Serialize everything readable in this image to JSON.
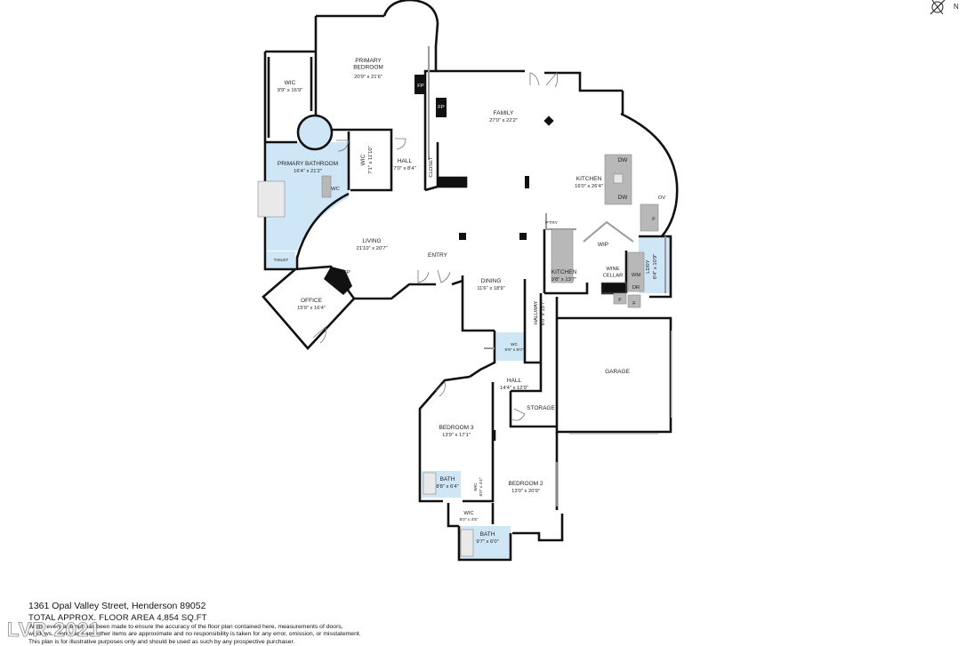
{
  "compass": {
    "label": "N"
  },
  "rooms": {
    "primary_bedroom": {
      "name": "PRIMARY\nBEDROOM",
      "dims": "20'9\" x 21'6\""
    },
    "wic_primary": {
      "name": "WIC",
      "dims": "9'9\" x 16'9\""
    },
    "primary_bathroom": {
      "name": "PRIMARY BATHROOM",
      "dims": "16'4\" x 21'2\""
    },
    "wic_small": {
      "name": "WIC",
      "dims": "7'1\" x 11'10\""
    },
    "wc": {
      "name": "WC"
    },
    "hall_1": {
      "name": "HALL",
      "dims": "7'0\" x 8'4\""
    },
    "closet": {
      "name": "CLOSET"
    },
    "family": {
      "name": "FAMILY",
      "dims": "27'0\" x 22'2\""
    },
    "kitchen": {
      "name": "KITCHEN",
      "dims": "16'0\" x 26'4\""
    },
    "living": {
      "name": "LIVING",
      "dims": "21'10\" x 20'7\""
    },
    "entry": {
      "name": "ENTRY"
    },
    "toilet": {
      "name": "TOILET"
    },
    "office": {
      "name": "OFFICE",
      "dims": "15'9\" x 16'4\""
    },
    "dining": {
      "name": "DINING",
      "dims": "11'6\" x 18'9\""
    },
    "pantry": {
      "name": "P'TRY"
    },
    "wip": {
      "name": "WIP"
    },
    "kitchen_2": {
      "name": "KITCHEN",
      "dims": "9'8\" x 13'7\""
    },
    "wine_cellar": {
      "name": "WINE\nCELLAR"
    },
    "laundry": {
      "name": "LDRY",
      "dims": "8'4\" x 10'9\""
    },
    "hallway": {
      "name": "HALLWAY",
      "dims": "6'0\" x 15'7\""
    },
    "garage": {
      "name": "GARAGE"
    },
    "wc_2": {
      "name": "WC",
      "dims": "5'9\" x 6'0\""
    },
    "hall_2": {
      "name": "HALL",
      "dims": "14'4\" x 12'9\""
    },
    "storage": {
      "name": "STORAGE"
    },
    "bedroom_3": {
      "name": "BEDROOM 3",
      "dims": "13'9\" x 17'1\""
    },
    "bath_1": {
      "name": "BATH",
      "dims": "8'8\" x 6'4\""
    },
    "wic_bed3": {
      "name": "WIC",
      "dims": "6'0\" x 4'4\""
    },
    "bedroom_2": {
      "name": "BEDROOM 2",
      "dims": "13'0\" x 20'9\""
    },
    "wic_bed2": {
      "name": "WIC",
      "dims": "8'0\" x 4'5\""
    },
    "bath_2": {
      "name": "BATH",
      "dims": "9'7\" x 6'0\""
    }
  },
  "fixtures": {
    "fp": "FP",
    "dw": "DW",
    "ov": "OV",
    "f": "F",
    "wm": "WM",
    "dr": "DR"
  },
  "footer": {
    "address": "1361 Opal Valley Street, Henderson 89052",
    "total_area": "TOTAL APPROX. FLOOR AREA 4,854 SQ.FT",
    "disclaimer_1": "Whilst every attempt has been made to ensure the accuracy of the floor plan contained here, measurements of doors,",
    "disclaimer_2": "windows, rooms and any other items are approximate and no responsibility is taken for any error, omission, or misstatement.",
    "disclaimer_3": "This plan is for illustrative purposes only and should be used as such by any prospective purchaser."
  },
  "watermark": "LVR 2021",
  "colors": {
    "wall": "#111111",
    "bath_fill": "#cfe6f7",
    "fixture": "#b3b3b3",
    "floor": "#ffffff"
  }
}
